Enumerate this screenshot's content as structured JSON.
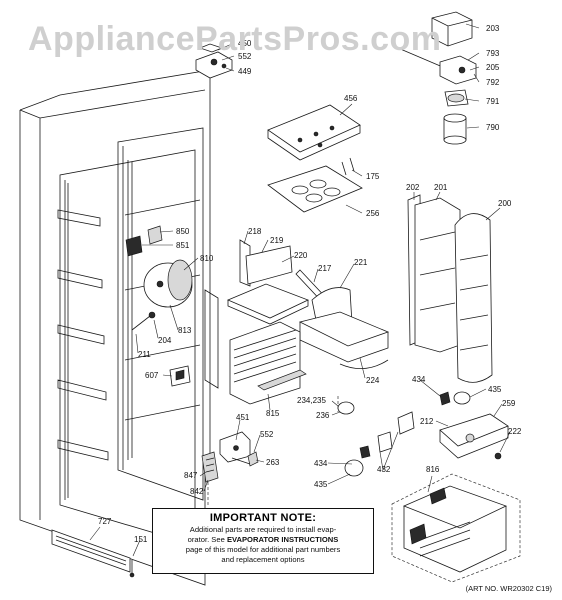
{
  "watermark": "AppliancePartsPros.com",
  "note": {
    "title": "IMPORTANT NOTE:",
    "line1": "Additional parts are required to install evap-",
    "line2_pre": "orator. See ",
    "line2_bold": "EVAPORATOR INSTRUCTIONS",
    "line3": "page of this model for additional part numbers",
    "line4": "and replacement options"
  },
  "art_number": "(ART NO. WR20302 C19)",
  "parts": {
    "p203": "203",
    "p793": "793",
    "p205": "205",
    "p792": "792",
    "p791": "791",
    "p790": "790",
    "p450": "450",
    "p552a": "552",
    "p449": "449",
    "p456": "456",
    "p175": "175",
    "p256": "256",
    "p202": "202",
    "p201": "201",
    "p200": "200",
    "p850": "850",
    "p851": "851",
    "p810": "810",
    "p813": "813",
    "p218": "218",
    "p219": "219",
    "p220": "220",
    "p217": "217",
    "p221": "221",
    "p204": "204",
    "p211": "211",
    "p224": "224",
    "p607": "607",
    "p815": "815",
    "p234": "234,235",
    "p236": "236",
    "p434a": "434",
    "p435a": "435",
    "p259": "259",
    "p212": "212",
    "p222": "222",
    "p451": "451",
    "p552b": "552",
    "p263": "263",
    "p847": "847",
    "p842": "842",
    "p434b": "434",
    "p435b": "435",
    "p432": "432",
    "p816": "816",
    "p727": "727",
    "p151": "151"
  }
}
